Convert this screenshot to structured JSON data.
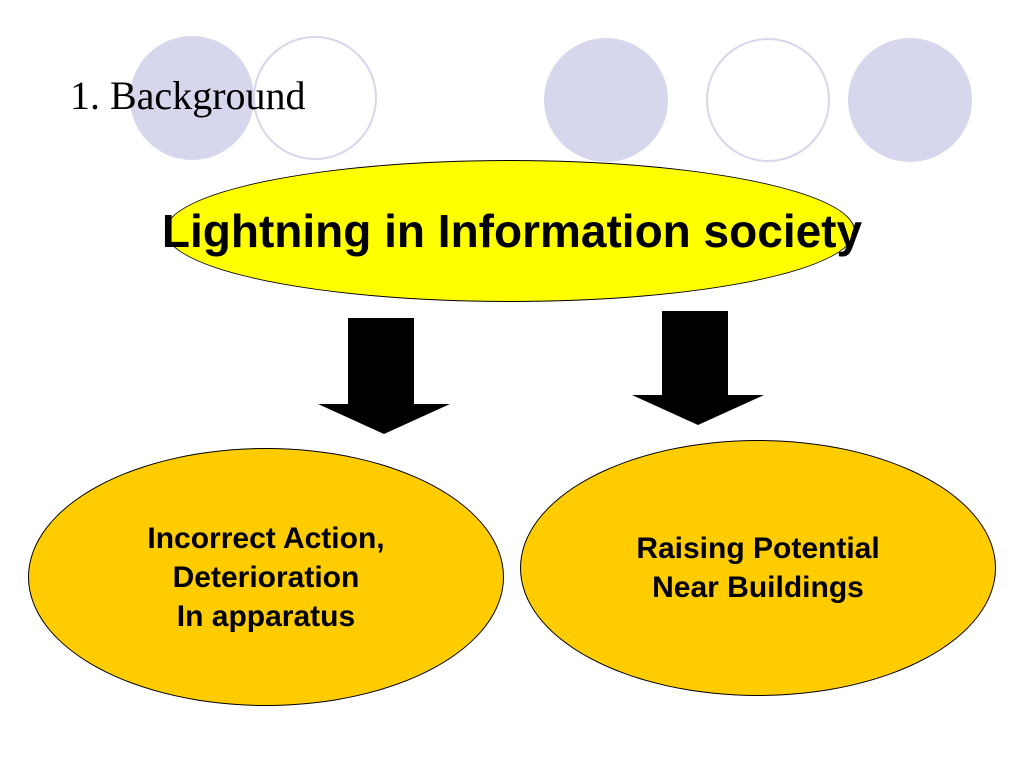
{
  "slide": {
    "title": "1. Background",
    "main_heading": "Lightning in Information society",
    "effects": [
      {
        "text": "Incorrect Action,\nDeterioration\nIn apparatus"
      },
      {
        "text": "Raising Potential\nNear Buildings"
      }
    ]
  },
  "colors": {
    "top_ellipse": "#ffff00",
    "bubble": "#ffcc00",
    "decor_circle": "#d6d7ec"
  }
}
